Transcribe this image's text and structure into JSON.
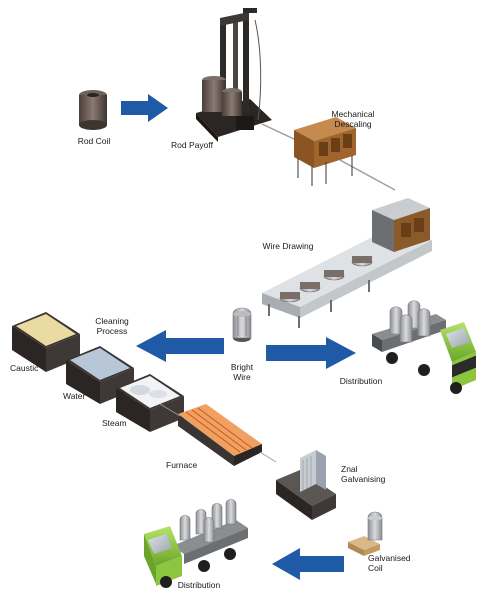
{
  "labels": {
    "rod_coil": "Rod Coil",
    "rod_payoff": "Rod Payoff",
    "mechanical_descaling": "Mechanical\nDescaling",
    "wire_drawing": "Wire Drawing",
    "cleaning_process": "Cleaning\nProcess",
    "bright_wire": "Bright\nWire",
    "distribution_top": "Distribution",
    "caustic": "Caustic",
    "water": "Water",
    "steam": "Steam",
    "furnace": "Furnace",
    "znal_galvanising": "Znal\nGalvanising",
    "galvanised_coil": "Galvanised\nCoil",
    "distribution_bottom": "Distribution"
  },
  "colors": {
    "arrow": "#1f5aa6",
    "truck_cab": "#8cc63f",
    "machine_dark": "#3a3533",
    "descaler": "#a0642d",
    "furnace": "#e07a2e"
  },
  "icons": [
    "rod-coil-icon",
    "rod-payoff-machine-icon",
    "descaling-machine-icon",
    "wire-drawing-line-icon",
    "bright-wire-coil-icon",
    "truck-icon",
    "caustic-tank-icon",
    "water-tank-icon",
    "steam-tank-icon",
    "furnace-icon",
    "galvanising-unit-icon",
    "galvanised-coil-icon"
  ]
}
